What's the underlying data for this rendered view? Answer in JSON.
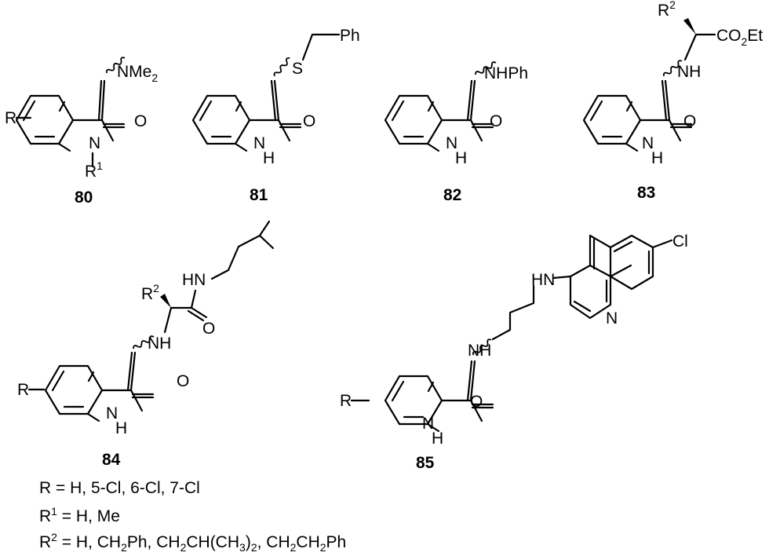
{
  "compounds": [
    {
      "id": "80",
      "label": "80"
    },
    {
      "id": "81",
      "label": "81"
    },
    {
      "id": "82",
      "label": "82"
    },
    {
      "id": "83",
      "label": "83"
    },
    {
      "id": "84",
      "label": "84"
    },
    {
      "id": "85",
      "label": "85"
    }
  ],
  "atoms": {
    "r": "R",
    "o": "O",
    "n": "N",
    "h": "H",
    "nh": "NH",
    "hn": "HN",
    "nme2": "NMe",
    "me2_sub": "2",
    "s": "S",
    "ph": "Ph",
    "nhph": "NHPh",
    "r1": "R",
    "r1_sup": "1",
    "r2": "R",
    "r2_sup": "2",
    "co2et_co": "CO",
    "co2et_sub": "2",
    "co2et_et": "Et",
    "cl": "Cl"
  },
  "legend": {
    "r_line": {
      "sym": "R",
      "text": " = H, 5-Cl, 6-Cl, 7-Cl"
    },
    "r1_line": {
      "sym": "R",
      "sup": "1",
      "text": " = H, Me"
    },
    "r2_line": {
      "sym": "R",
      "sup": "2",
      "p1": " = H, CH",
      "s1": "2",
      "p2": "Ph, CH",
      "s2": "2",
      "p3": "CH(CH",
      "s3": "3",
      "p4": ")",
      "s4": "2",
      "p5": ", CH",
      "s5": "2",
      "p6": "CH",
      "s6": "2",
      "p7": "Ph"
    }
  }
}
